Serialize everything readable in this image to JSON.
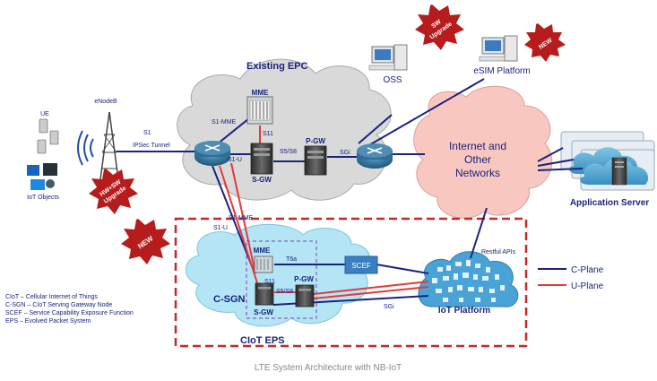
{
  "caption": "LTE System Architecture with NB-IoT",
  "clouds": {
    "existing_epc": "Existing EPC",
    "internet": [
      "Internet and",
      "Other",
      "Networks"
    ],
    "ciot_eps": "CIoT EPS",
    "csgn": "C-SGN"
  },
  "nodes": {
    "mme_top": "MME",
    "sgw_top": "S-GW",
    "pgw_top": "P-GW",
    "mme_bottom": "MME",
    "sgw_bottom": "S-GW",
    "pgw_bottom": "P-GW",
    "scef": "SCEF",
    "oss": "OSS",
    "esim": "eSIM Platform",
    "app_server": "Application Server",
    "iot_platform": "IoT Platform",
    "enodeb": "eNodeB",
    "ue": "UE",
    "iot_objects": "IoT Objects"
  },
  "interfaces": {
    "s1": "S1",
    "ipsec": "IPSec Tunnel",
    "s1_mme_top": "S1-MME",
    "s1_u_top": "S1-U",
    "s11_top": "S11",
    "s5s8_top": "S5/S8",
    "sgi_top": "SGi",
    "s1_mme_bottom": "S1-MME",
    "s1_u_bottom": "S1-U",
    "t6a": "T6a",
    "s11_bottom": "S11",
    "s5s8_bottom": "S5/S8",
    "sgi_bottom": "SGi",
    "restful": "Restful APIs"
  },
  "badges": {
    "sw_upgrade": [
      "SW",
      "Upgrade"
    ],
    "new_esim": "NEW",
    "hw_sw_upgrade": [
      "HW+SW",
      "Upgrade"
    ],
    "new_ciot": "NEW"
  },
  "legend": {
    "c_plane": "C-Plane",
    "u_plane": "U-Plane"
  },
  "glossary": [
    "CIoT – Cellular Internet of Things",
    "C-SGN – CIoT Serving Gateway Node",
    "SCEF – Service Capability Exposure Function",
    "EPS – Evolved Packet System"
  ],
  "colors": {
    "c_plane": "#1a237e",
    "u_plane": "#e53935",
    "badge": "#b71c1c",
    "epc_cloud": "#d9d9d9",
    "internet_cloud": "#f8c8c0",
    "ciot_cloud": "#b3e5f5",
    "router": "#2f6f94"
  }
}
